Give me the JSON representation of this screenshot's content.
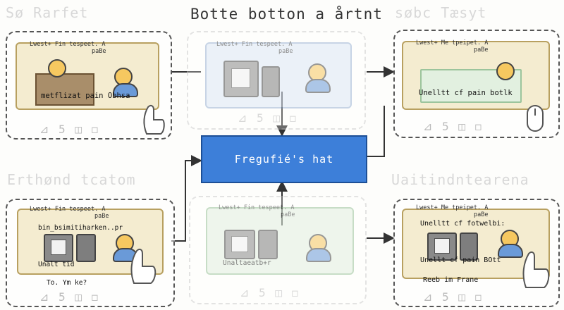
{
  "diagram": {
    "title": "Botte botton a årtnt",
    "center_box": "Fregufié's hat",
    "ghost_titles": {
      "top_left": "Sø Rarfet",
      "top_right": "søbc Tæsyt",
      "mid_left": "Erthønd tcatom",
      "mid_right": "Uaitindntearena"
    },
    "panels": {
      "top_left": {
        "caption_line1": "Lwest+ Fin tespeet. A",
        "caption_line2": "paBe",
        "label": "metflizat pain Obhsa",
        "strip": "⊿ 5 ◫ ◻"
      },
      "top_mid": {
        "caption_line1": "Lwest+ Fin tespeet. A",
        "caption_line2": "paBe",
        "strip": "⊿ 5 ◫ ◻"
      },
      "top_right": {
        "caption_line1": "Lwest+ Me tpeipet. A",
        "caption_line2": "paBe",
        "label": "Unelltt cf pain botlk",
        "strip": "⊿ 5 ◫ ◻"
      },
      "bottom_left": {
        "caption_line1": "Lwest+ Fin tespeet. A",
        "caption_line2": "paBe",
        "label_top": "bin_bsimitiharken..pr",
        "label_bottom": "Unalt tid",
        "below": "To. Ym ke?",
        "strip": "⊿ 5 ◫ ◻"
      },
      "bottom_mid": {
        "caption_line1": "Lwest+ Fin tespeet. A",
        "caption_line2": "paBe",
        "label_bottom": "Unaltaeatb+r",
        "strip": "⊿ 5 ◫ ◻"
      },
      "bottom_right": {
        "caption_line1": "Lwest+ Me tpeipet. A",
        "caption_line2": "paBe",
        "label_top": "Unelltt cf fotwelbi:",
        "label_bottom": "Unellt cf pain BOtt",
        "below": "Reeb im Frane",
        "strip": "⊿ 5 ◫ ◻"
      }
    },
    "colors": {
      "center_fill": "#3d7fd9",
      "scene_yellow": "#f4ecd0",
      "scene_blue": "#dde8f6",
      "scene_green": "#e2f0e0"
    }
  }
}
